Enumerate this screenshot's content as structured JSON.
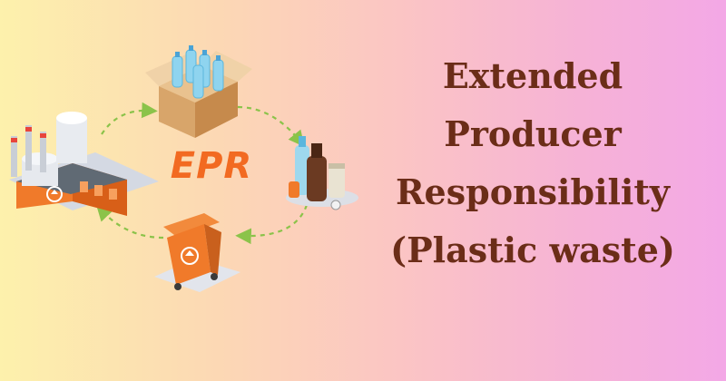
{
  "badge": {
    "text": "EPR"
  },
  "title": {
    "lines": [
      "Extended",
      "Producer",
      "Responsibility",
      "(Plastic waste)"
    ]
  },
  "colors": {
    "title": "#6b2d18",
    "accent_orange": "#f26a21",
    "cycle_arrows": "#8bc34a",
    "bin": "#f07a2a",
    "factory_roof": "#606a74",
    "bottles": "#8fd4ef"
  },
  "icons": [
    "factory-icon",
    "bottle-box-icon",
    "packaging-waste-icon",
    "recycle-bin-icon",
    "recycle-symbol-icon"
  ]
}
